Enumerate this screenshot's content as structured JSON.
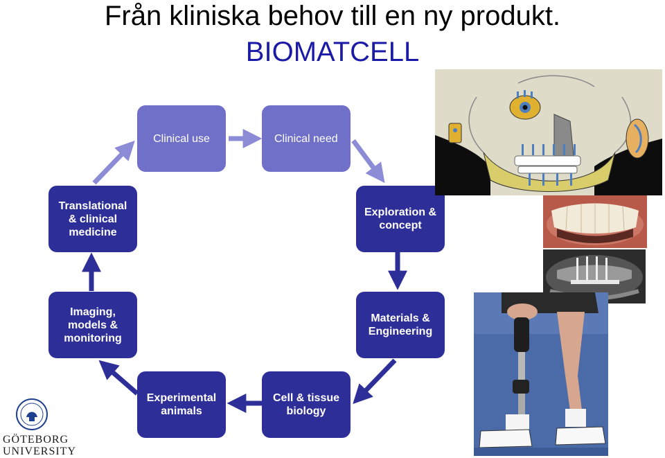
{
  "header": {
    "title": "Från kliniska behov till en ny produkt.",
    "subtitle": "BIOMATCELL"
  },
  "diagram": {
    "nodes": {
      "clinical_use": "Clinical use",
      "clinical_need": "Clinical need",
      "exploration": "Exploration & concept",
      "materials": "Materials & Engineering",
      "cell_tissue": "Cell & tissue biology",
      "experimental": "Experimental animals",
      "imaging": "Imaging, models & monitoring",
      "translational": "Translational & clinical medicine"
    }
  },
  "logo": {
    "line1": "GÖTEBORG",
    "line2": "UNIVERSITY"
  },
  "colors": {
    "light_node": "#7070c8",
    "dark_node": "#2e2e99",
    "subtitle": "#1a1aa6"
  }
}
